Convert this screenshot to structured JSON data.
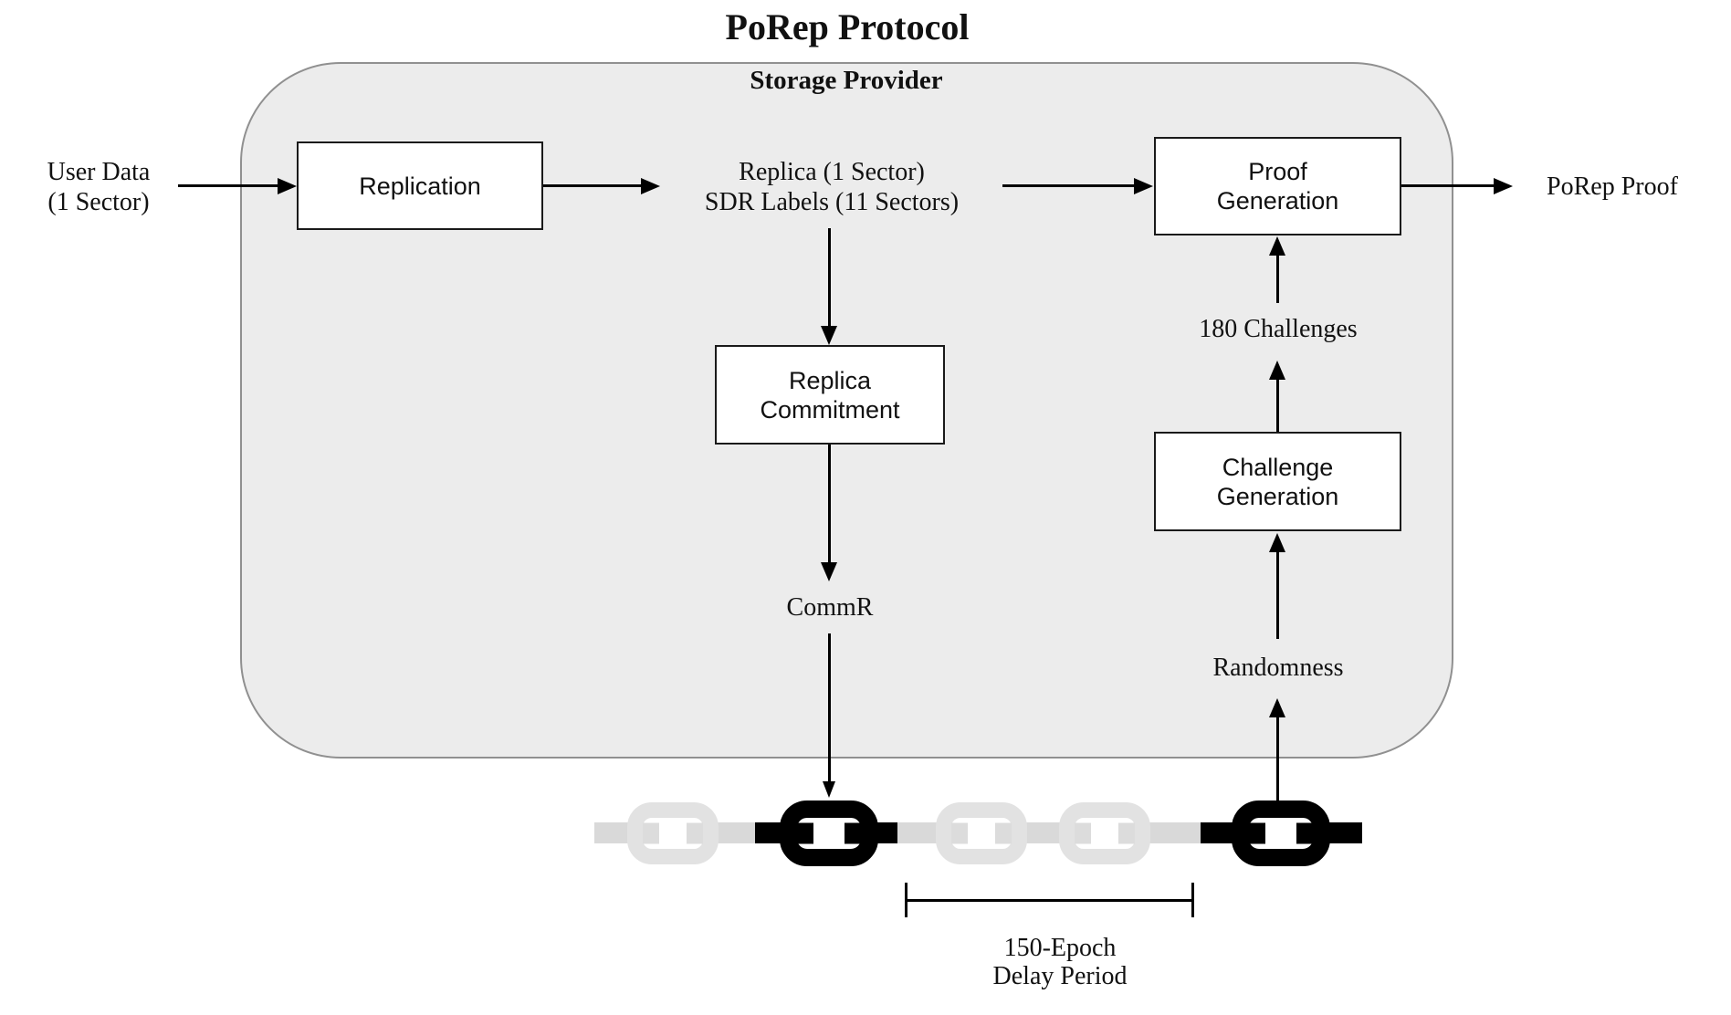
{
  "title": "PoRep Protocol",
  "storage_provider": {
    "label": "Storage Provider"
  },
  "nodes": {
    "user_data": {
      "line1": "User Data",
      "line2": "(1 Sector)"
    },
    "replication": {
      "label": "Replication"
    },
    "replica_sdr": {
      "line1": "Replica (1 Sector)",
      "line2": "SDR Labels (11 Sectors)"
    },
    "proof_generation": {
      "line1": "Proof",
      "line2": "Generation"
    },
    "porep_proof": {
      "label": "PoRep Proof"
    },
    "replica_commitment": {
      "line1": "Replica",
      "line2": "Commitment"
    },
    "commr": {
      "label": "CommR"
    },
    "challenges": {
      "label": "180 Challenges"
    },
    "challenge_generation": {
      "line1": "Challenge",
      "line2": "Generation"
    },
    "randomness": {
      "label": "Randomness"
    },
    "delay_period": {
      "line1": "150-Epoch",
      "line2": "Delay Period"
    }
  },
  "chain": {
    "links": [
      {
        "color": "gray"
      },
      {
        "color": "black"
      },
      {
        "color": "gray"
      },
      {
        "color": "gray"
      },
      {
        "color": "black"
      }
    ]
  },
  "colors": {
    "provider_fill": "#ececec",
    "provider_border": "#909090",
    "box_fill": "#ffffff",
    "box_border": "#1a1a1a",
    "chain_ring_gray": "#e2e2e2",
    "chain_bar_gray": "#d9d9d9",
    "chain_stub_gray": "#dcdcdc",
    "chain_black": "#000000",
    "text": "#111111"
  }
}
